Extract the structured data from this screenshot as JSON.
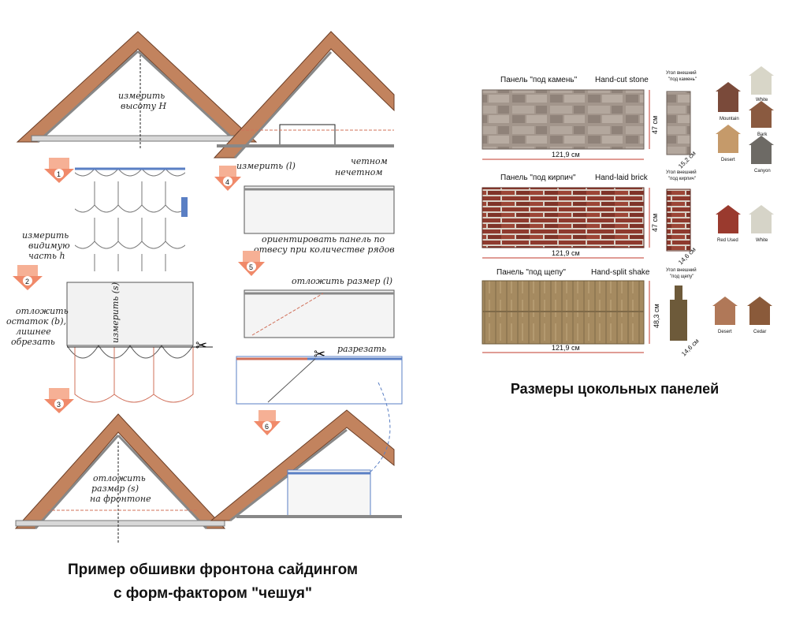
{
  "left_diagram": {
    "caption_line1": "Пример обшивки фронтона сайдингом",
    "caption_line2": "с форм-фактором \"чешуя\"",
    "steps": [
      "1",
      "2",
      "3",
      "4",
      "5",
      "6"
    ],
    "annotations": {
      "measure_height_1": "измерить",
      "measure_height_2": "высоту Н",
      "measure_visible_1": "измерить",
      "measure_visible_2": "видимую",
      "measure_visible_3": "часть h",
      "set_off_remainder_1": "отложить",
      "set_off_remainder_2": "остаток (b),",
      "set_off_remainder_3": "лишнее",
      "set_off_remainder_4": "обрезать",
      "measure_s": "измерить (s)",
      "set_size_s_1": "отложить",
      "set_size_s_2": "размер (s)",
      "set_size_s_3": "на фронтоне",
      "measure_l": "измерить (l)",
      "even": "четном",
      "odd": "нечетном",
      "orient_1": "ориентировать панель по",
      "orient_2": "отвесу при количестве рядов",
      "set_size_l": "отложить размер (l)",
      "cut": "разрезать"
    },
    "colors": {
      "roof": "#b5714d",
      "shingle_blue": "#5a7fc4",
      "shingle_red": "#d0705a",
      "arrow": "#f08a6a"
    }
  },
  "right_diagram": {
    "caption": "Размеры цокольных панелей",
    "panels": [
      {
        "label_ru": "Панель \"под камень\"",
        "label_en": "Hand-cut stone",
        "width": "121,9 см",
        "height": "47 см",
        "corner_label_1": "Угол внешний",
        "corner_label_2": "\"под камень\"",
        "corner_size": "15,2 см",
        "swatches": [
          "Mountain",
          "White",
          "Bark",
          "Desert",
          "Canyon"
        ]
      },
      {
        "label_ru": "Панель \"под кирпич\"",
        "label_en": "Hand-laid brick",
        "width": "121,9 см",
        "height": "47 см",
        "corner_label_1": "Угол внешний",
        "corner_label_2": "\"под кирпич\"",
        "corner_size": "14,6 см",
        "swatches": [
          "Red Used",
          "White"
        ]
      },
      {
        "label_ru": "Панель \"под щепу\"",
        "label_en": "Hand-split shake",
        "width": "121,9 см",
        "height": "48,3 см",
        "corner_label_1": "Угол внешний",
        "corner_label_2": "\"под щепу\"",
        "corner_size": "14,6 см",
        "swatches": [
          "Desert",
          "Cedar"
        ]
      }
    ],
    "colors": {
      "stone": "#9c8f86",
      "brick": "#8e3a2e",
      "shake": "#a58a60",
      "dim": "#c0392b"
    }
  }
}
